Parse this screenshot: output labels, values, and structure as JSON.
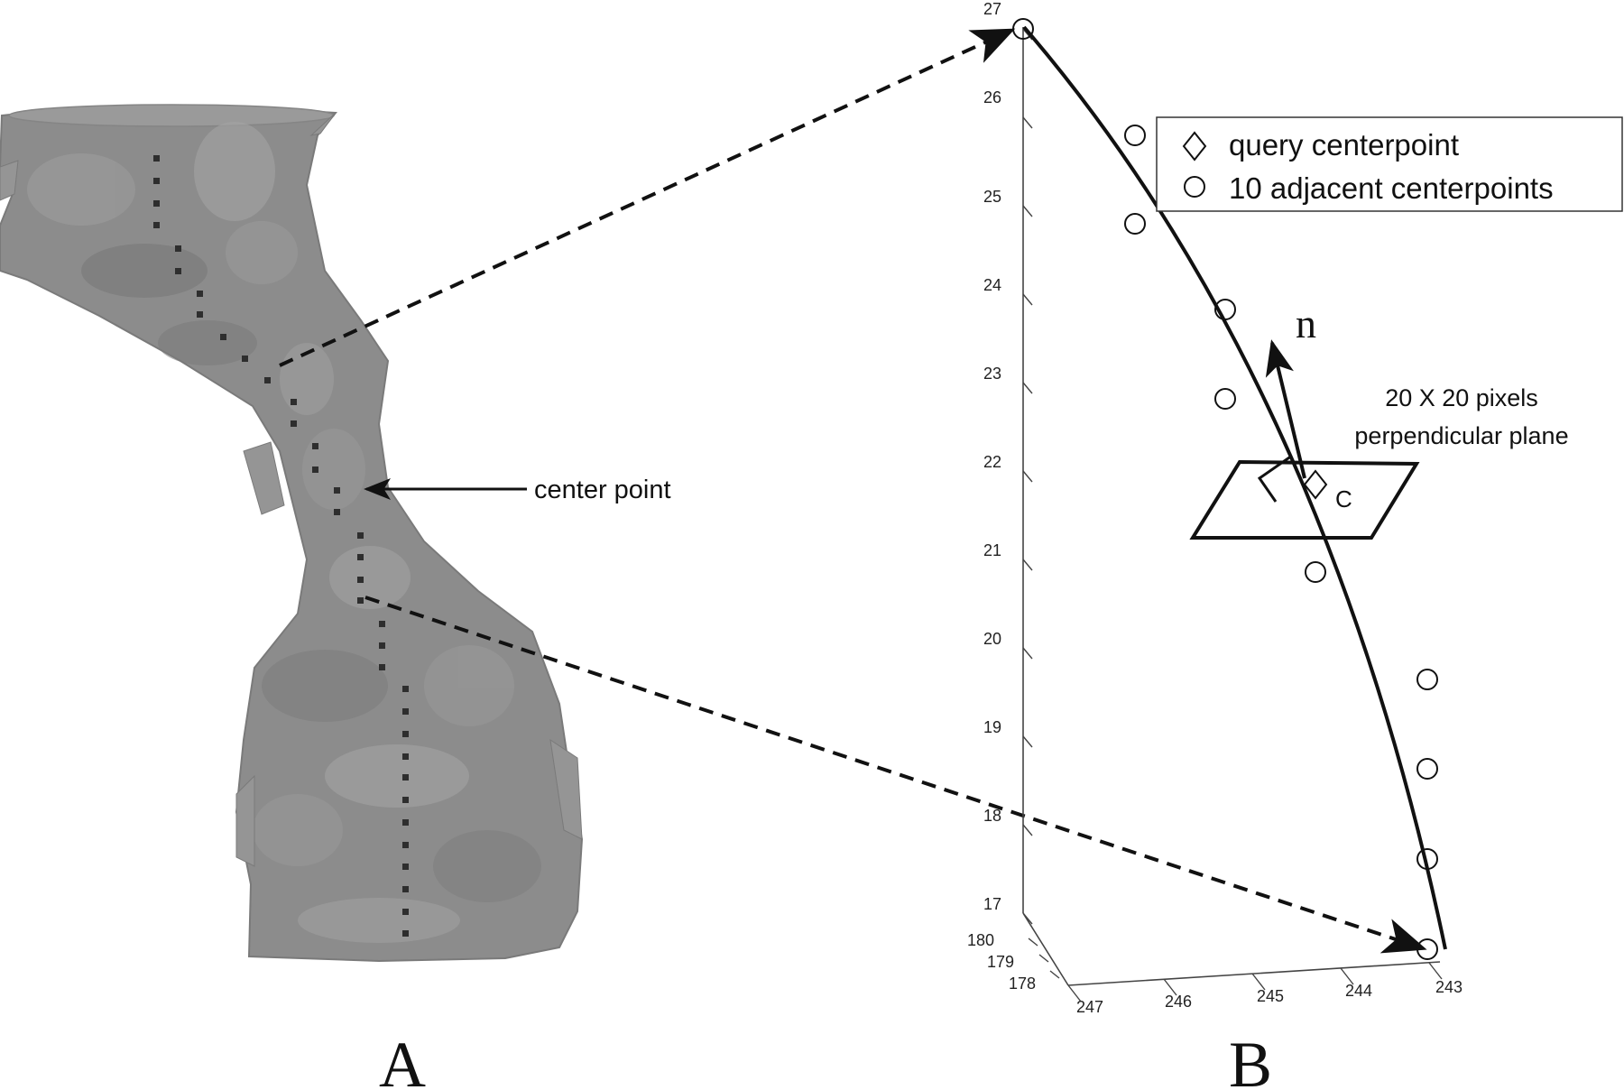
{
  "panel_a": {
    "label": "A",
    "annotation": "center point"
  },
  "panel_b": {
    "label": "B",
    "normal_label": "n",
    "plane_label_line1": "20 X 20 pixels",
    "plane_label_line2": "perpendicular plane",
    "query_point_label": "C",
    "legend": {
      "query": "query centerpoint",
      "adjacent": "10 adjacent centerpoints"
    },
    "z_ticks": [
      "17",
      "18",
      "19",
      "20",
      "21",
      "22",
      "23",
      "24",
      "25",
      "26",
      "27"
    ],
    "y_ticks": [
      "180",
      "179",
      "178"
    ],
    "x_ticks": [
      "247",
      "246",
      "245",
      "244",
      "243"
    ]
  },
  "colors": {
    "tube": "#8a8a8a",
    "tube_dark": "#6f6f6f",
    "tube_light": "#a8a8a8",
    "centerline_dots": "#2e2e2e",
    "ink": "#111111",
    "axis": "#444444"
  }
}
